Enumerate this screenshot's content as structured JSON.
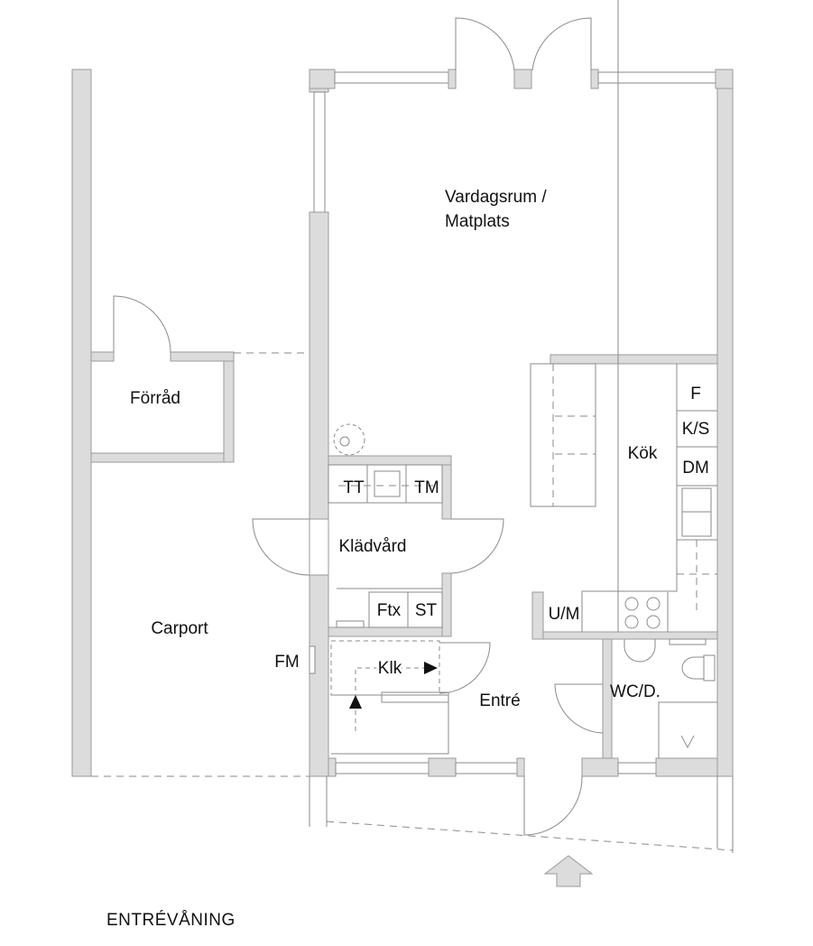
{
  "plan": {
    "title": "ENTRÉVÅNING",
    "rooms": {
      "living_line1": "Vardagsrum /",
      "living_line2": "Matplats",
      "storage": "Förråd",
      "kitchen": "Kök",
      "laundry": "Klädvård",
      "carport": "Carport",
      "entrance": "Entré",
      "wc": "WC/D.",
      "closet": "Klk"
    },
    "fixtures": {
      "fridge": "F",
      "fridge_freezer": "K/S",
      "dishwasher": "DM",
      "tumble_dryer": "TT",
      "washing_machine": "TM",
      "drying_cabinet": "Ftx",
      "cupboard": "ST",
      "oven_micro": "U/M",
      "meter": "FM"
    }
  }
}
